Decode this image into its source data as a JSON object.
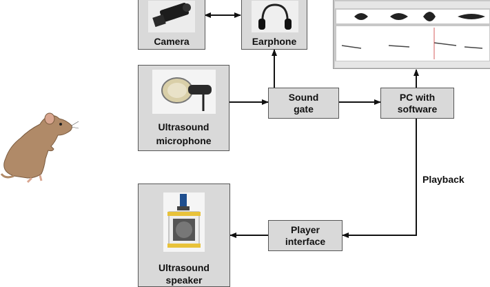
{
  "nodes": {
    "camera": {
      "label": "Camera"
    },
    "earphone": {
      "label": "Earphone"
    },
    "microphone": {
      "label_line1": "Ultrasound",
      "label_line2": "microphone"
    },
    "sound_gate": {
      "label_line1": "Sound",
      "label_line2": "gate"
    },
    "pc": {
      "label_line1": "PC with",
      "label_line2": "software"
    },
    "player": {
      "label_line1": "Player",
      "label_line2": "interface"
    },
    "speaker": {
      "label_line1": "Ultrasound",
      "label_line2": "speaker"
    }
  },
  "edges": {
    "playback": "Playback"
  },
  "colors": {
    "box_fill": "#d9d9d9",
    "box_border": "#555555",
    "arrow": "#111111"
  }
}
